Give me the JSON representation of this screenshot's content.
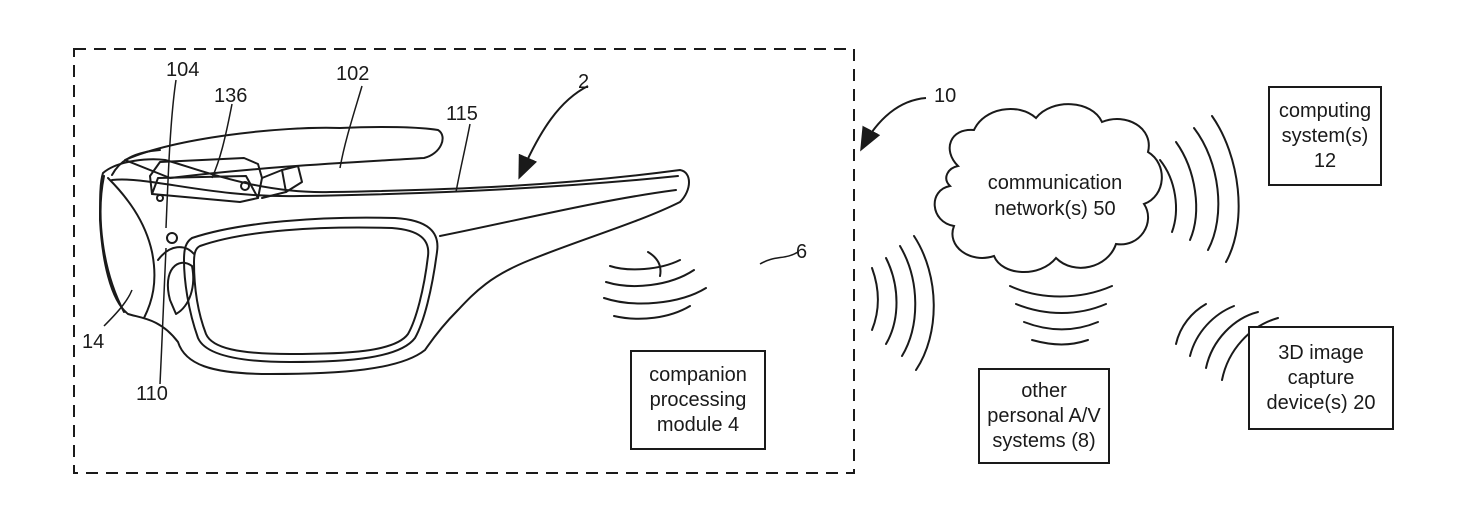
{
  "reference_numerals": {
    "glasses": "2",
    "system": "10",
    "wireless_link": "6",
    "temple_arm": "102",
    "frame_top": "104",
    "side_module": "136",
    "bridge": "115",
    "lens": "14",
    "camera": "110"
  },
  "boxes": {
    "companion": "companion\nprocessing\nmodule 4",
    "computing": "computing\nsystem(s)\n12",
    "other_av": "other\npersonal A/V\nsystems (8)",
    "capture": "3D image\ncapture\ndevice(s) 20"
  },
  "cloud": {
    "label": "communication\nnetwork(s) 50"
  },
  "colors": {
    "line": "#1a1a1a",
    "background": "#ffffff"
  }
}
